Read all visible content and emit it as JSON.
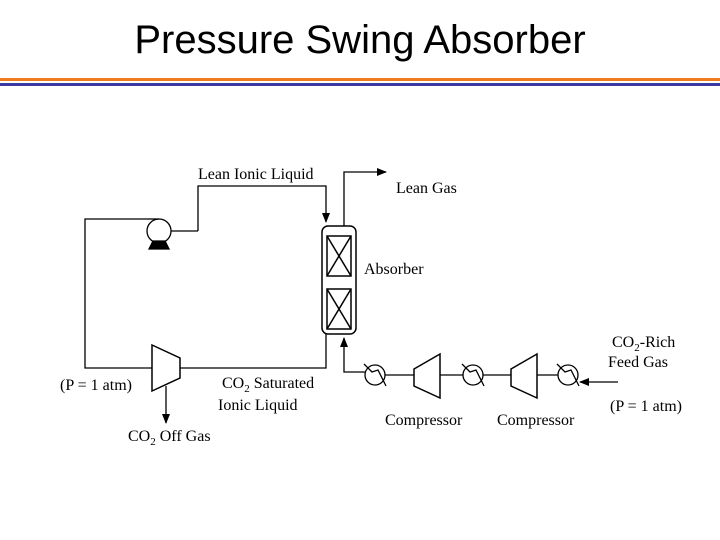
{
  "title": "Pressure Swing Absorber",
  "colors": {
    "rule_orange": "#f07a1e",
    "rule_blue": "#3a3aa0",
    "stroke": "#000000"
  },
  "labels": {
    "lean_ionic_liquid": "Lean Ionic Liquid",
    "lean_gas": "Lean Gas",
    "absorber": "Absorber",
    "feed_gas_co": "CO",
    "feed_gas_sub": "2",
    "feed_gas_rich": "-Rich",
    "feed_gas_line2": "Feed Gas",
    "feed_pressure": "(P = 1 atm)",
    "left_pressure": "(P = 1 atm)",
    "saturated_co": "CO",
    "saturated_sub": "2",
    "saturated_rest": " Saturated",
    "saturated_line2": "Ionic Liquid",
    "offgas_co": "CO",
    "offgas_sub": "2",
    "offgas_rest": " Off Gas",
    "compressor_1": "Compressor",
    "compressor_2": "Compressor"
  },
  "icons": [
    "pump-icon",
    "column-absorber-icon",
    "turbine-expander-icon",
    "heat-exchanger-icon",
    "compressor-icon"
  ]
}
